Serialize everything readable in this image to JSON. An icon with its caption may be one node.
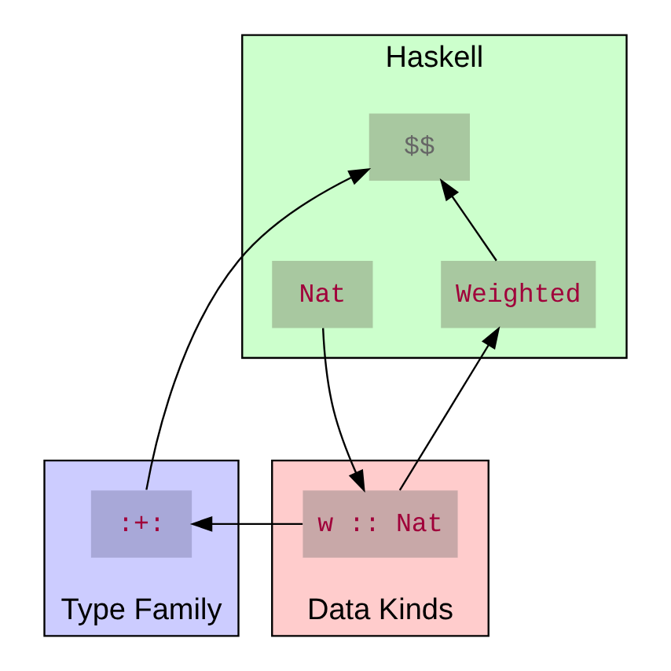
{
  "diagram": {
    "nodes": [
      {
        "text": [
          "Haskell"
        ]
      },
      {
        "text": [
          "Nat"
        ],
        "in": 0
      },
      {
        "text": [
          "$$"
        ],
        "in": 0
      },
      {
        "text": [
          "Weighted"
        ],
        "in": 0
      },
      {
        "text": [
          "Data Kinds"
        ]
      },
      {
        "text": [
          "w :: Nat"
        ],
        "in": 4
      },
      {
        "text": [
          "Type Family"
        ]
      },
      {
        "text": [
          ":+:"
        ],
        "in": 6
      }
    ],
    "edges": [
      {
        "from": 1,
        "to": 5,
        "arrow": "to"
      },
      {
        "from": 5,
        "to": 3,
        "arrow": "to"
      },
      {
        "from": 3,
        "to": 2,
        "arrow": "to"
      },
      {
        "from": 5,
        "to": 7,
        "arrow": "to"
      },
      {
        "from": 7,
        "to": 2,
        "arrow": "to"
      }
    ]
  }
}
